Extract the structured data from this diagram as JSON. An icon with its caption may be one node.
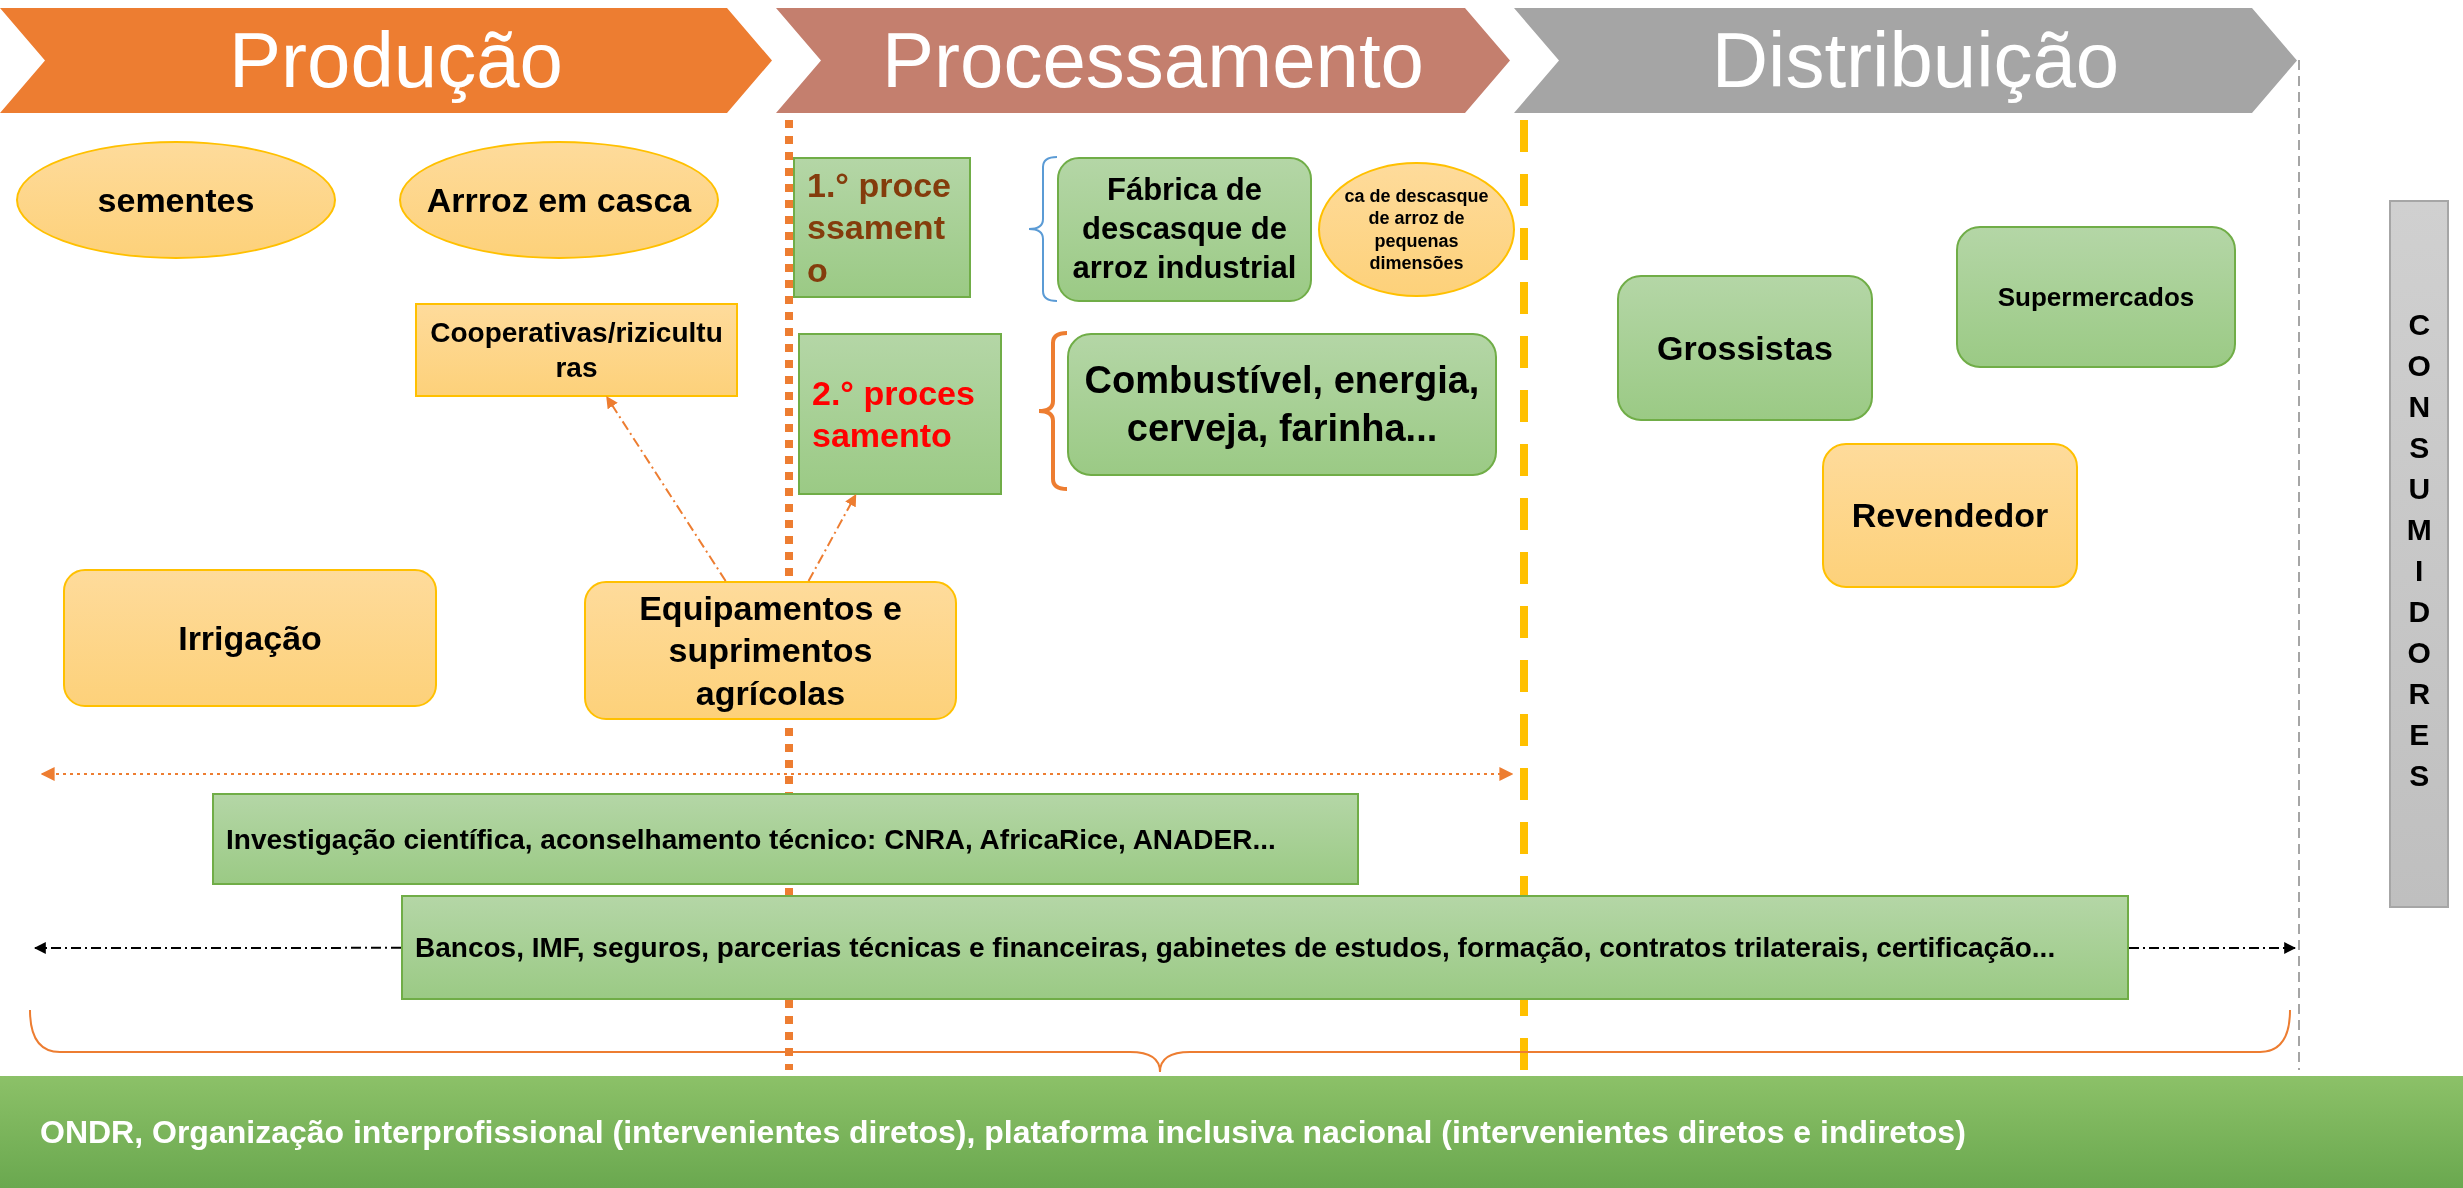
{
  "diagram": {
    "nodes": [
      {
        "text": [
          "Produção"
        ]
      },
      {
        "text": [
          "Processamento"
        ]
      },
      {
        "text": [
          "Distribuição"
        ]
      },
      {
        "text": [
          "sementes"
        ]
      },
      {
        "text": [
          "Arrroz em casca"
        ]
      },
      {
        "text": [
          "Cooperativas/riziculturas"
        ]
      },
      {
        "text": [
          "1.° processamento"
        ]
      },
      {
        "text": [
          "Fábrica de descasque de arroz industrial"
        ]
      },
      {
        "text": [
          "ca de descasque de arroz de pequenas dimensões"
        ]
      },
      {
        "text": [
          "2.° processamento"
        ]
      },
      {
        "text": [
          "Combustível, energia, cerveja, farinha..."
        ]
      },
      {
        "text": [
          "Irrigação"
        ]
      },
      {
        "text": [
          "Equipamentos e suprimentos agrícolas"
        ]
      },
      {
        "text": [
          "Grossistas"
        ]
      },
      {
        "text": [
          "Supermercados"
        ]
      },
      {
        "text": [
          "Revendedor"
        ]
      },
      {
        "text": [
          "CONSUMIDORES"
        ]
      },
      {
        "text": [
          "Investigação científica, aconselhamento técnico: CNRA, AfricaRice, ANADER..."
        ]
      },
      {
        "text": [
          "Bancos, IMF, seguros, parcerias técnicas e financeiras, gabinetes de estudos, formação, contratos trilaterais, certificação..."
        ]
      },
      {
        "text": [
          "ONDR, Organização interprofissional (intervenientes diretos), plataforma inclusiva nacional (intervenientes diretos e indiretos)"
        ]
      }
    ],
    "edges": [
      {
        "from": 12,
        "to": 5,
        "arrow": "to",
        "style": "dashed",
        "color": "#ed7d31"
      },
      {
        "from": 12,
        "to": 9,
        "arrow": "to",
        "style": "dashed",
        "color": "#ed7d31"
      },
      {
        "from": 18,
        "to": null,
        "arrow": "to",
        "style": "dashed",
        "color": "#000000"
      },
      {
        "from": 18,
        "to": null,
        "arrow": "to",
        "style": "dashed",
        "color": "#000000"
      }
    ]
  }
}
